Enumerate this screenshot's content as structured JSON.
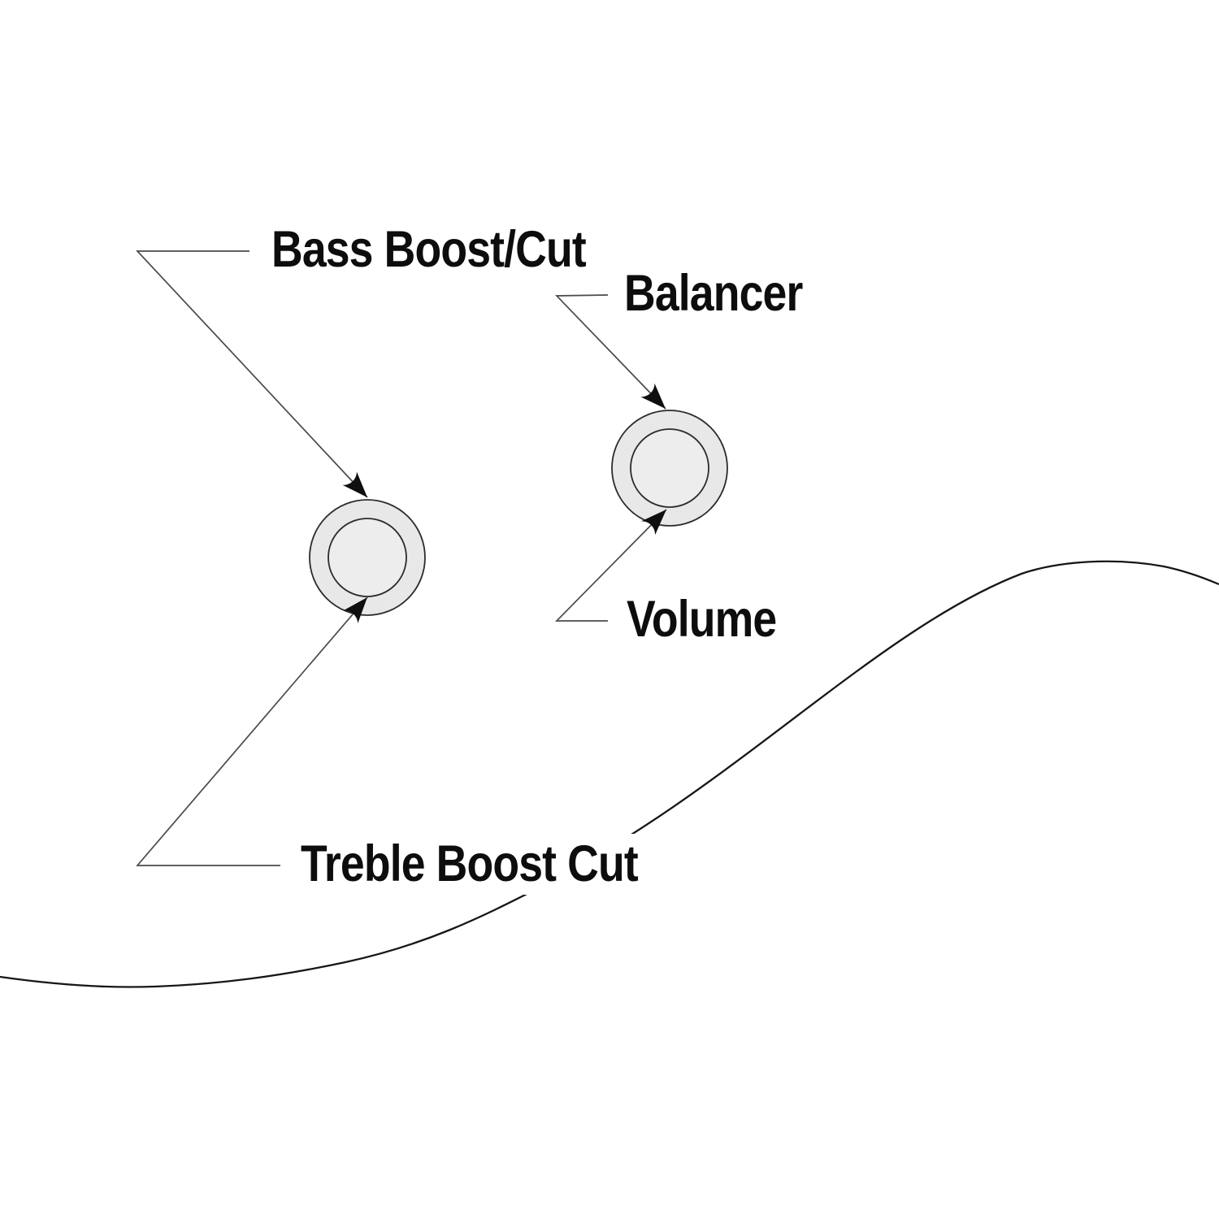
{
  "diagram": {
    "kind": "instrument-controls-diagram",
    "labels": {
      "bass": "Bass Boost/Cut",
      "balancer": "Balancer",
      "volume": "Volume",
      "treble": "Treble Boost Cut"
    },
    "knobs": [
      {
        "name": "bass-treble-stacked-knob"
      },
      {
        "name": "balancer-volume-stacked-knob"
      }
    ],
    "colors": {
      "background": "#ffffff",
      "leader_line": "#4a4a4a",
      "outline_curve": "#161616",
      "arrowhead": "#0f0f0f",
      "knob_ring_fill": "#e8e8e8",
      "knob_cap_fill": "#ededed",
      "knob_stroke": "#2c2c2c",
      "label_text": "#0d0d0d"
    }
  }
}
